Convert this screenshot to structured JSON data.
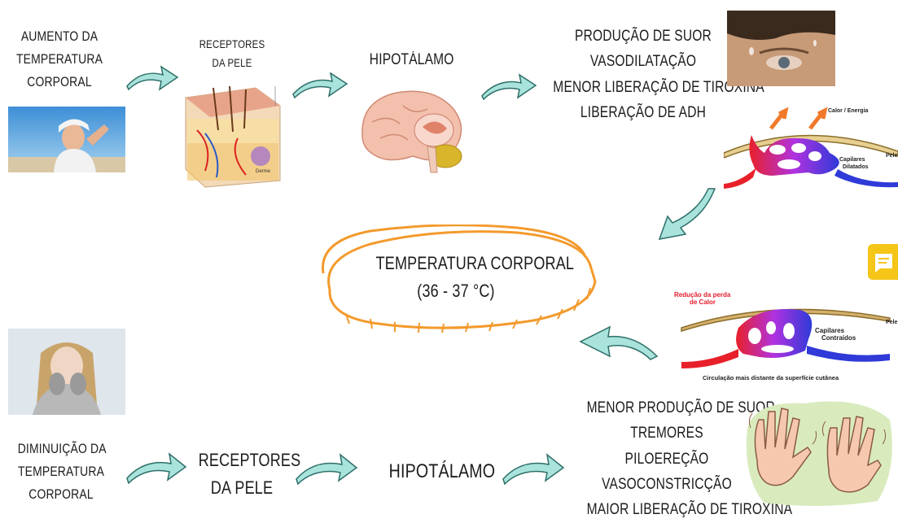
{
  "top": {
    "increase_label": [
      "AUMENTO DA",
      "TEMPERATURA",
      "CORPORAL"
    ],
    "receptors_label": [
      "RECEPTORES",
      "DA PELE"
    ],
    "hypothalamus_label": "HIPOTÁLAMO",
    "responses": [
      "PRODUÇÃO DE  SUOR",
      "VASODILATAÇÃO",
      "MENOR LIBERAÇÃO DE TIROXINA",
      "LIBERAÇÃO DE ADH"
    ],
    "skin_diagram_label": "Derme",
    "diagram": {
      "heat": "Calor / Energia",
      "skin": "Pele",
      "capillaries": [
        "Capilares",
        "Dilatados"
      ]
    }
  },
  "center": {
    "title": "TEMPERATURA CORPORAL",
    "range": "(36 - 37 °C)"
  },
  "bottom": {
    "decrease_label": [
      "DIMINUIÇÃO DA",
      "TEMPERATURA",
      "CORPORAL"
    ],
    "receptors_label": [
      "RECEPTORES",
      "DA PELE"
    ],
    "hypothalamus_label": "HIPOTÁLAMO",
    "responses": [
      "MENOR PRODUÇÃO DE SUOR",
      "TREMORES",
      "PILOEREÇÃO",
      "VASOCONSTRICÇÃO",
      "MAIOR LIBERAÇÃO DE TIROXINA"
    ],
    "diagram": {
      "loss": [
        "Redução da perda",
        "de Calor"
      ],
      "skin": "Pele",
      "capillaries": [
        "Capilares",
        "Contraídos"
      ],
      "caption": "Circulação mais distante da superfície cutânea"
    }
  },
  "colors": {
    "arrow_fill": "#a9e3dc",
    "arrow_stroke": "#2e6f69",
    "ellipse": "#f39a2c",
    "comment_icon": "#f5c518"
  },
  "icons": {
    "comment": "comment-icon"
  }
}
